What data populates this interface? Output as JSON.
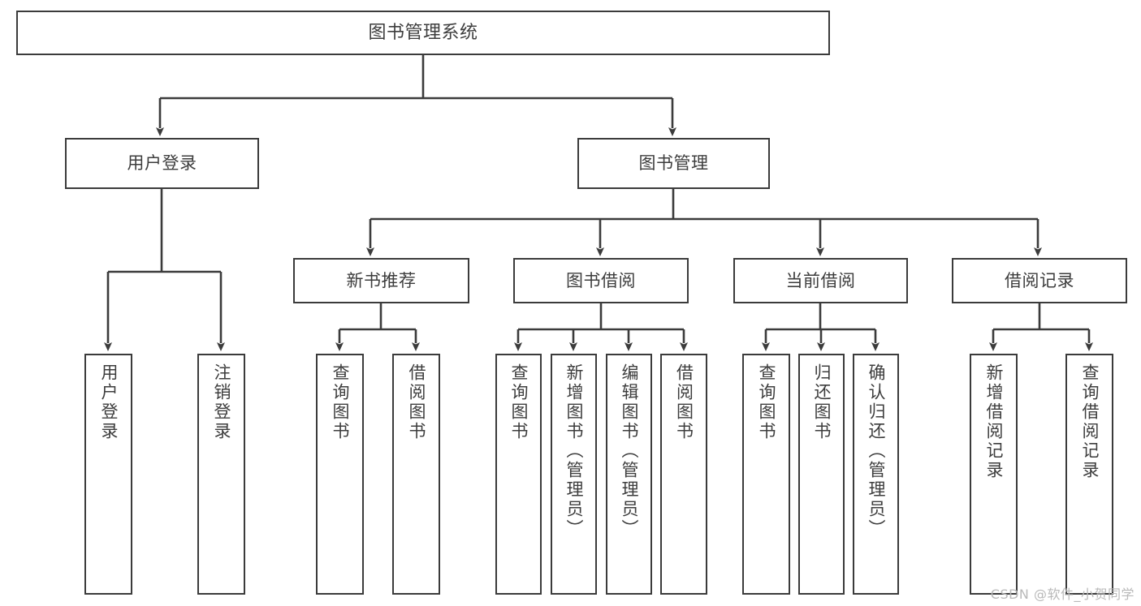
{
  "diagram": {
    "title": "图书管理系统",
    "type": "tree-hierarchy",
    "watermark": "CSDN @软件_小贺同学",
    "colors": {
      "stroke": "#3b3b3b",
      "box_fill": "#ffffff",
      "text": "#3d3d3d",
      "background": "#ffffff",
      "watermark": "#b9b9b9"
    },
    "root": {
      "label": "图书管理系统"
    },
    "level2": [
      {
        "label": "用户登录"
      },
      {
        "label": "图书管理"
      }
    ],
    "level3": [
      {
        "label": "新书推荐"
      },
      {
        "label": "图书借阅"
      },
      {
        "label": "当前借阅"
      },
      {
        "label": "借阅记录"
      }
    ],
    "leaves": {
      "user_login": [
        {
          "label": "用户登录"
        },
        {
          "label": "注销登录"
        }
      ],
      "new_book_recommend": [
        {
          "label": "查询图书"
        },
        {
          "label": "借阅图书"
        }
      ],
      "book_borrow": [
        {
          "label": "查询图书"
        },
        {
          "label": "新增图书（管理员）"
        },
        {
          "label": "编辑图书（管理员）"
        },
        {
          "label": "借阅图书"
        }
      ],
      "current_borrow": [
        {
          "label": "查询图书"
        },
        {
          "label": "归还图书"
        },
        {
          "label": "确认归还（管理员）"
        }
      ],
      "borrow_record": [
        {
          "label": "新增借阅记录"
        },
        {
          "label": "查询借阅记录"
        }
      ]
    }
  }
}
